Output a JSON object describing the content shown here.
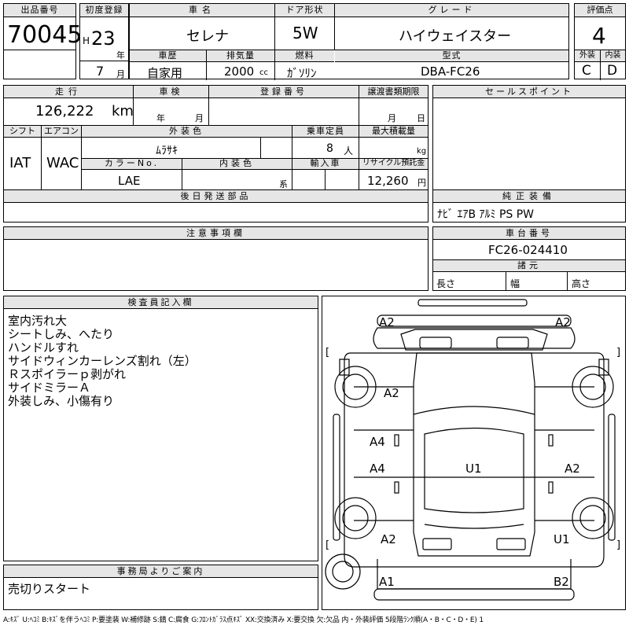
{
  "lot": {
    "label": "出品番号",
    "value": "70045"
  },
  "registration": {
    "label": "初度登録",
    "era": "H",
    "year": "23",
    "year_unit": "年",
    "month": "7",
    "month_unit": "月"
  },
  "car_name": {
    "label": "車名",
    "value": "セレナ"
  },
  "door": {
    "label": "ドア形状",
    "value": "5W"
  },
  "grade": {
    "label": "グレード",
    "value": "ハイウェイスター"
  },
  "score": {
    "label": "評価点",
    "value": "4",
    "exterior_label": "外装",
    "exterior": "C",
    "interior_label": "内装",
    "interior": "D"
  },
  "history": {
    "label": "車歴",
    "value": "自家用"
  },
  "displacement": {
    "label": "排気量",
    "value": "2000",
    "unit": "cc"
  },
  "fuel": {
    "label": "燃料",
    "value": "ｶﾞｿﾘﾝ"
  },
  "model": {
    "label": "型式",
    "value": "DBA-FC26"
  },
  "mileage": {
    "label": "走行",
    "value": "126,222",
    "unit": "km"
  },
  "inspection": {
    "label": "車検",
    "year_unit": "年",
    "month_unit": "月"
  },
  "plate": {
    "label": "登録番号"
  },
  "transfer_docs": {
    "label": "譲渡書類期限",
    "month_unit": "月",
    "day_unit": "日"
  },
  "sales_points": {
    "label": "セールスポイント"
  },
  "shift": {
    "label": "シフト",
    "value": "IAT"
  },
  "aircon": {
    "label": "エアコン",
    "value": "WAC"
  },
  "ext_color": {
    "label": "外装色",
    "value": "ﾑﾗｻｷ"
  },
  "capacity": {
    "label": "乗車定員",
    "value": "8",
    "unit": "人"
  },
  "max_load": {
    "label": "最大積載量",
    "unit": "kg"
  },
  "color_no": {
    "label": "カラーNo.",
    "value": "LAE"
  },
  "int_color": {
    "label": "内装色",
    "unit": "系"
  },
  "import": {
    "label": "輸入車"
  },
  "recycle": {
    "label": "リサイクル預託金",
    "value": "12,260",
    "unit": "円"
  },
  "later_parts": {
    "label": "後日発送部品"
  },
  "equipment": {
    "label": "純正装備",
    "value": "ﾅﾋﾞ ｴｱB ｱﾙﾐ PS PW"
  },
  "notes": {
    "label": "注意事項欄"
  },
  "chassis": {
    "label": "車台番号",
    "value": "FC26-024410",
    "dims_label": "諸元",
    "length": "長さ",
    "width": "幅",
    "height": "高さ"
  },
  "inspector": {
    "label": "検査員記入欄",
    "lines": [
      "室内汚れ大",
      "シートしみ、へたり",
      "ハンドルすれ",
      "サイドウィンカーレンズ割れ（左）",
      "Ｒスポイラーｐ剥がれ",
      "サイドミラーＡ",
      "外装しみ、小傷有り"
    ]
  },
  "office": {
    "label": "事務局よりご案内",
    "value": "売切りスタート"
  },
  "damage": {
    "a": "A2",
    "b": "A2",
    "c": "A2",
    "d": "A4",
    "e": "A4",
    "f": "A2",
    "g": "U1",
    "h": "A2",
    "i": "U1",
    "j": "A1",
    "k": "B2"
  },
  "legend": "A:ｷｽﾞ U:ﾍｺﾐ B:ｷｽﾞを伴うﾍｺﾐ P:要塗装 W:補修跡 S:錆 C:腐食 G:ﾌﾛﾝﾄｶﾞﾗｽ点ｷｽﾞ XX:交換済み X:要交換 欠:欠品 内・外装評価 5段階ﾗﾝｸ順(A・B・C・D・E) 1"
}
